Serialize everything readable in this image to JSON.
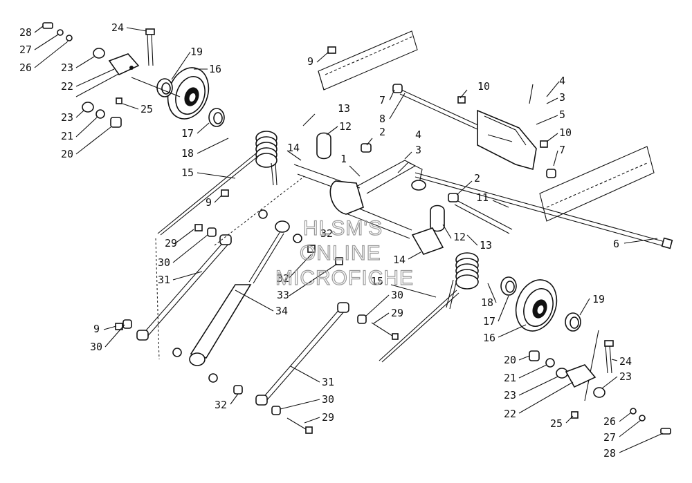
{
  "watermark": {
    "line1": "HLSM'S",
    "line2": "ONLINE",
    "line3": "MICROFICHE"
  },
  "callouts": [
    "1",
    "2",
    "3",
    "4",
    "5",
    "6",
    "7",
    "8",
    "9",
    "10",
    "11",
    "12",
    "13",
    "14",
    "15",
    "16",
    "17",
    "18",
    "19",
    "20",
    "21",
    "22",
    "23",
    "24",
    "25",
    "26",
    "27",
    "28",
    "29",
    "30",
    "31",
    "32",
    "33",
    "34"
  ],
  "labels": [
    {
      "id": "c28a",
      "text": "28"
    },
    {
      "id": "c27a",
      "text": "27"
    },
    {
      "id": "c26a",
      "text": "26"
    },
    {
      "id": "c23a",
      "text": "23"
    },
    {
      "id": "c22a",
      "text": "22"
    },
    {
      "id": "c24a",
      "text": "24"
    },
    {
      "id": "c19a",
      "text": "19"
    },
    {
      "id": "c16a",
      "text": "16"
    },
    {
      "id": "c25a",
      "text": "25"
    },
    {
      "id": "c23b",
      "text": "23"
    },
    {
      "id": "c21a",
      "text": "21"
    },
    {
      "id": "c20a",
      "text": "20"
    },
    {
      "id": "c17a",
      "text": "17"
    },
    {
      "id": "c18a",
      "text": "18"
    },
    {
      "id": "c15a",
      "text": "15"
    },
    {
      "id": "c14a",
      "text": "14"
    },
    {
      "id": "c13a",
      "text": "13"
    },
    {
      "id": "c12a",
      "text": "12"
    },
    {
      "id": "c9a",
      "text": "9"
    },
    {
      "id": "c7a",
      "text": "7"
    },
    {
      "id": "c8a",
      "text": "8"
    },
    {
      "id": "c10a",
      "text": "10"
    },
    {
      "id": "c4a",
      "text": "4"
    },
    {
      "id": "c3a",
      "text": "3"
    },
    {
      "id": "c5a",
      "text": "5"
    },
    {
      "id": "c10b",
      "text": "10"
    },
    {
      "id": "c7b",
      "text": "7"
    },
    {
      "id": "c2a",
      "text": "2"
    },
    {
      "id": "c4b",
      "text": "4"
    },
    {
      "id": "c3b",
      "text": "3"
    },
    {
      "id": "c1a",
      "text": "1"
    },
    {
      "id": "c2b",
      "text": "2"
    },
    {
      "id": "c11a",
      "text": "11"
    },
    {
      "id": "c6a",
      "text": "6"
    },
    {
      "id": "c9b",
      "text": "9"
    },
    {
      "id": "c30a",
      "text": "30"
    },
    {
      "id": "c31a",
      "text": "31"
    },
    {
      "id": "c32a",
      "text": "32"
    },
    {
      "id": "c32b",
      "text": "32"
    },
    {
      "id": "c33a",
      "text": "33"
    },
    {
      "id": "c34a",
      "text": "34"
    },
    {
      "id": "c12b",
      "text": "12"
    },
    {
      "id": "c13b",
      "text": "13"
    },
    {
      "id": "c14b",
      "text": "14"
    },
    {
      "id": "c15b",
      "text": "15"
    },
    {
      "id": "c18b",
      "text": "18"
    },
    {
      "id": "c17b",
      "text": "17"
    },
    {
      "id": "c16b",
      "text": "16"
    },
    {
      "id": "c19b",
      "text": "19"
    },
    {
      "id": "c30b",
      "text": "30"
    },
    {
      "id": "c29a",
      "text": "29"
    },
    {
      "id": "c9c",
      "text": "9"
    },
    {
      "id": "c30c",
      "text": "30"
    },
    {
      "id": "c31b",
      "text": "31"
    },
    {
      "id": "c32c",
      "text": "32"
    },
    {
      "id": "c30d",
      "text": "30"
    },
    {
      "id": "c29b",
      "text": "29"
    },
    {
      "id": "c20b",
      "text": "20"
    },
    {
      "id": "c21b",
      "text": "21"
    },
    {
      "id": "c24b",
      "text": "24"
    },
    {
      "id": "c23c",
      "text": "23"
    },
    {
      "id": "c23d",
      "text": "23"
    },
    {
      "id": "c22b",
      "text": "22"
    },
    {
      "id": "c25b",
      "text": "25"
    },
    {
      "id": "c26b",
      "text": "26"
    },
    {
      "id": "c27b",
      "text": "27"
    },
    {
      "id": "c28b",
      "text": "28"
    }
  ]
}
